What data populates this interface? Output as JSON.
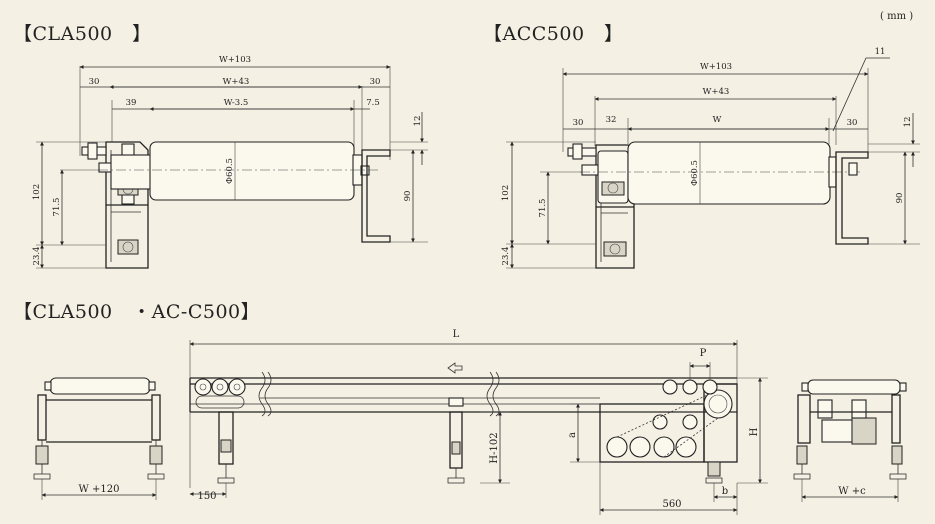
{
  "unit_label": "( mm )",
  "titles": {
    "cla": "【CLA500　】",
    "acc": "【ACC500　】",
    "bottom": "【CLA500　・AC-C500】"
  },
  "cla": {
    "w103": "W+103",
    "w43": "W+43",
    "w35": "W-3.5",
    "d30a": "30",
    "d30b": "30",
    "d39": "39",
    "d75": "7.5",
    "phi": "Φ60.5",
    "d12": "12",
    "d90": "90",
    "d102": "102",
    "d715": "71.5",
    "d234": "23.4"
  },
  "acc": {
    "d11": "11",
    "w103": "W+103",
    "w43": "W+43",
    "w": "W",
    "d30a": "30",
    "d32": "32",
    "d30b": "30",
    "phi": "Φ60.5",
    "d12": "12",
    "d90": "90",
    "d102": "102",
    "d715": "71.5",
    "d234": "23.4"
  },
  "bottom": {
    "w120": "W +120",
    "L": "L",
    "P": "P",
    "H": "H",
    "a": "a",
    "b": "b",
    "h102": "H-102",
    "d150": "150",
    "d560": "560",
    "wc": "W +c"
  }
}
